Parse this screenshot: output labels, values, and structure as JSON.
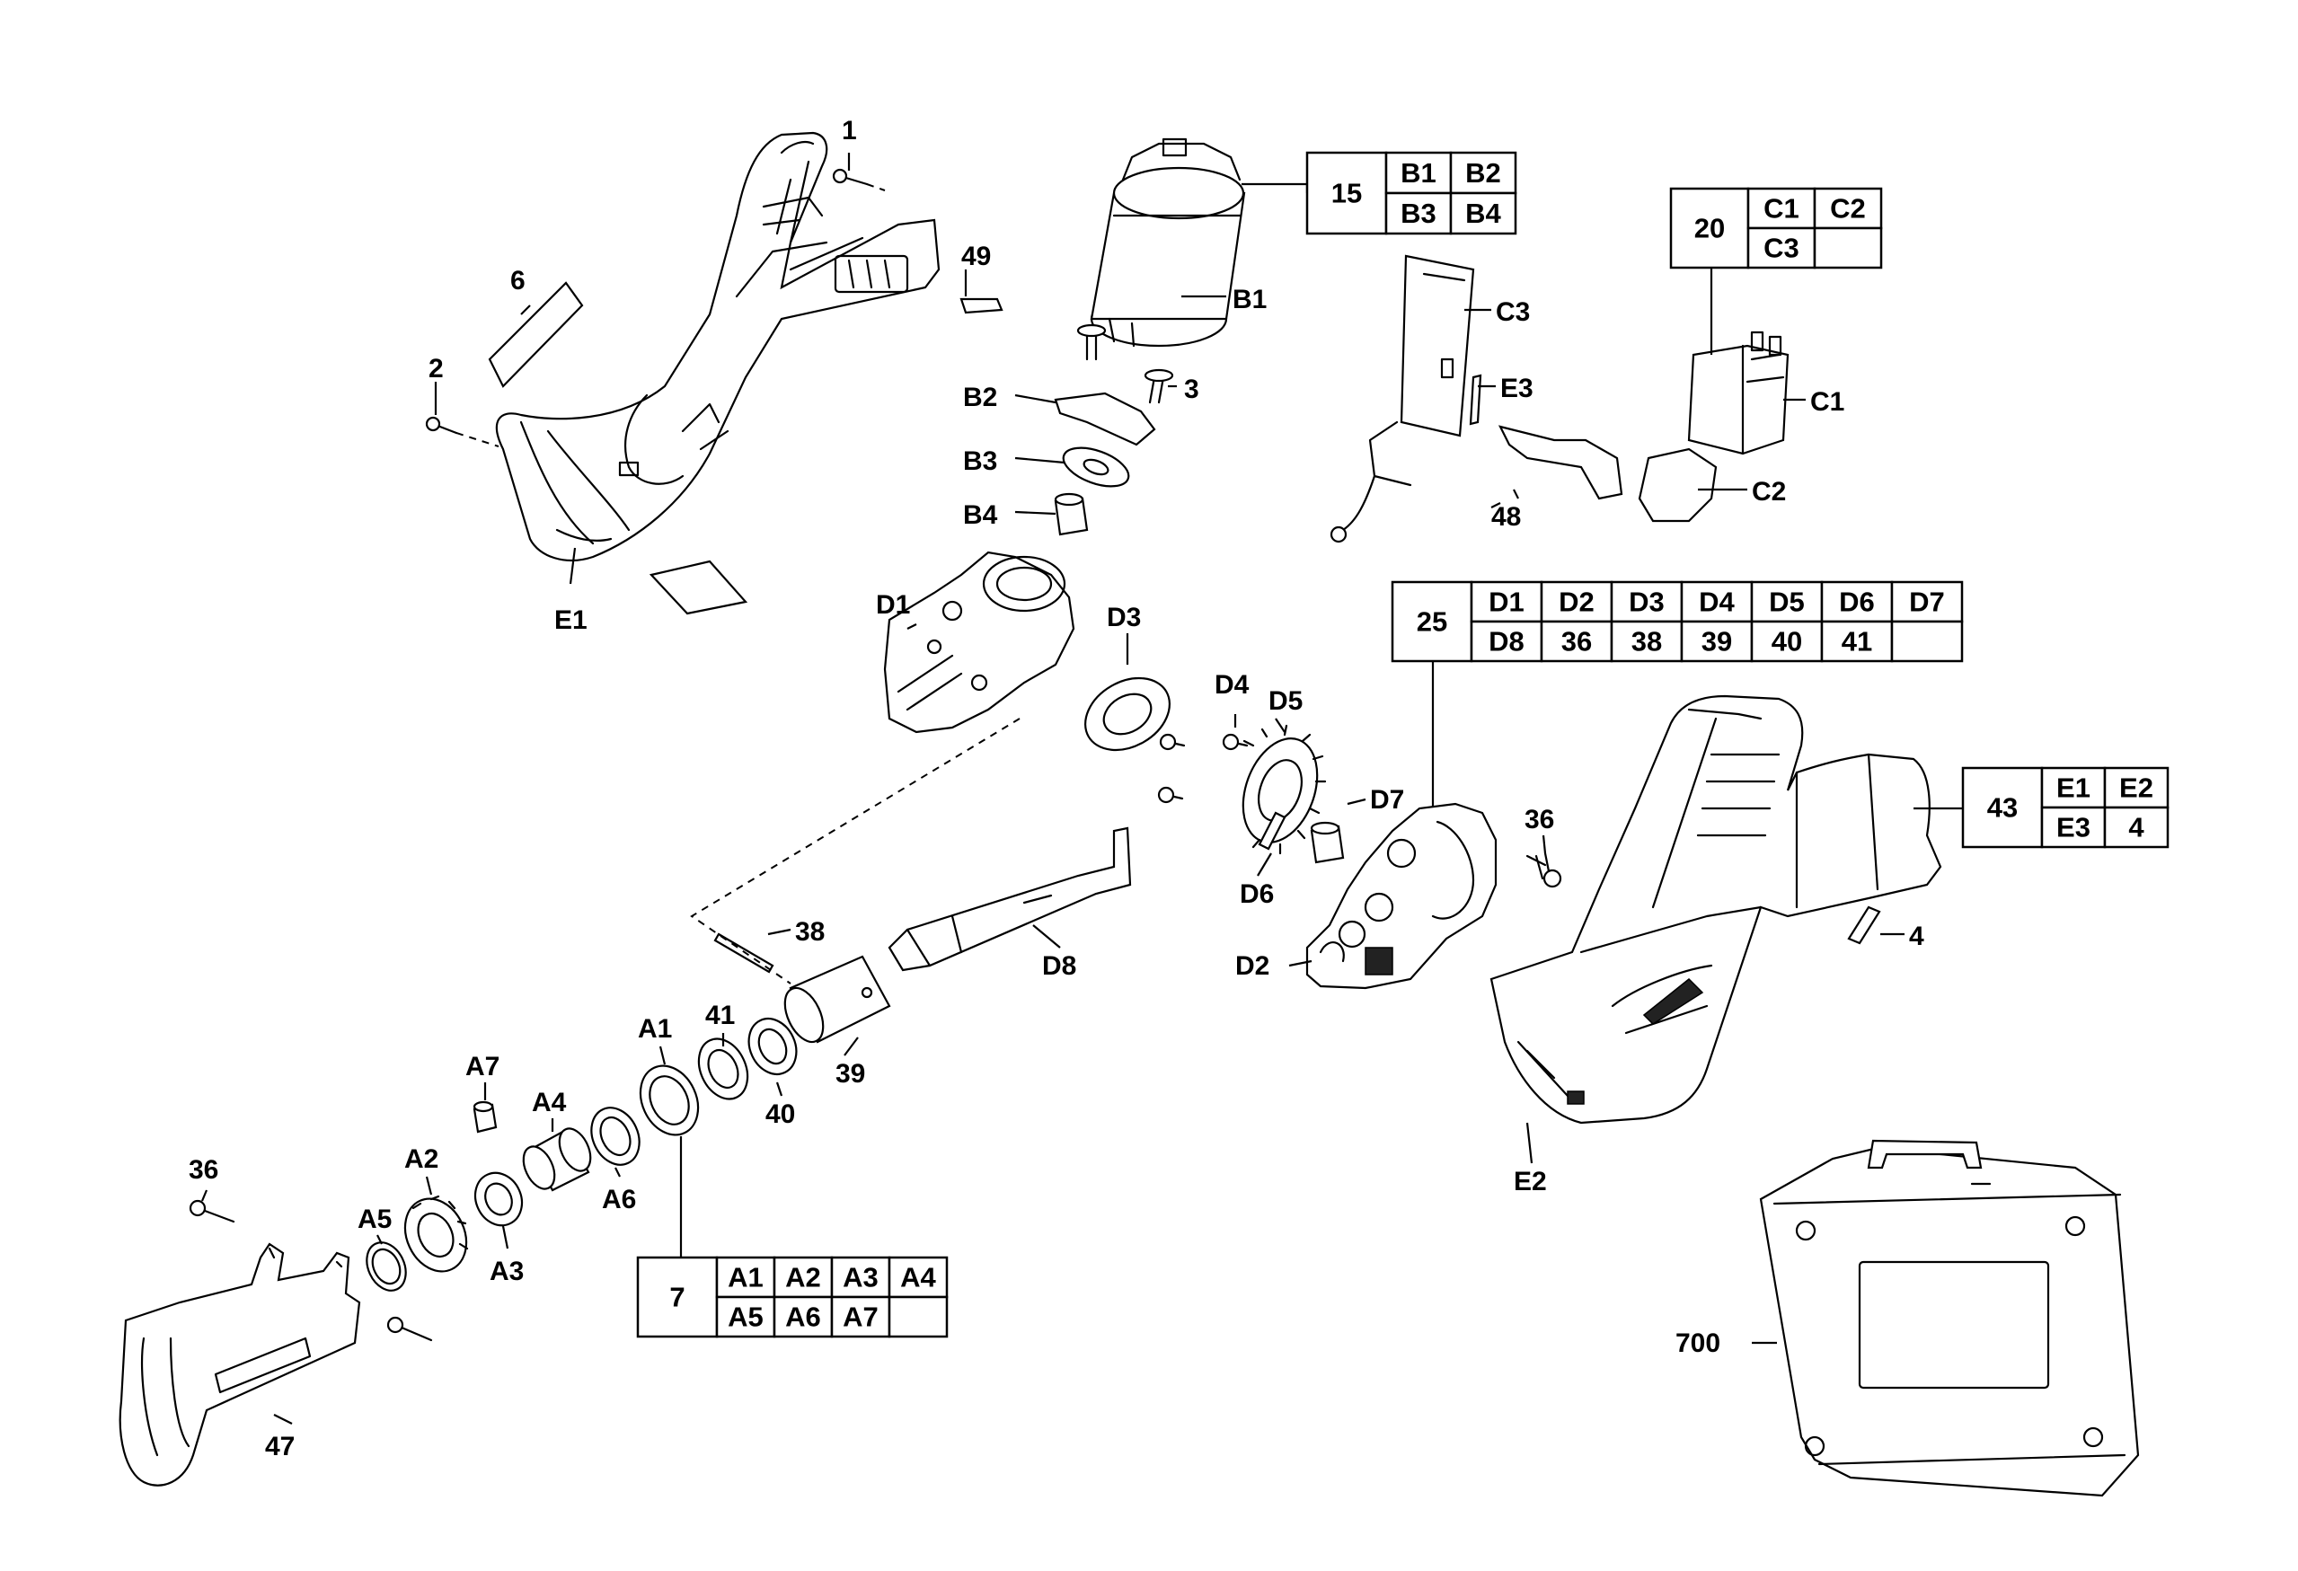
{
  "callouts": {
    "c1": "1",
    "c2": "2",
    "c3": "3",
    "c4": "4",
    "c6": "6",
    "c36a": "36",
    "c36b": "36",
    "c38": "38",
    "c39": "39",
    "c40": "40",
    "c41": "41",
    "c47": "47",
    "c48": "48",
    "c49": "49",
    "c700": "700",
    "a1": "A1",
    "a2": "A2",
    "a3": "A3",
    "a4": "A4",
    "a5": "A5",
    "a6": "A6",
    "a7": "A7",
    "b1": "B1",
    "b2": "B2",
    "b3": "B3",
    "b4": "B4",
    "c1x": "C1",
    "c2x": "C2",
    "c3x": "C3",
    "d1": "D1",
    "d2": "D2",
    "d3": "D3",
    "d4": "D4",
    "d5": "D5",
    "d6": "D6",
    "d7": "D7",
    "d8": "D8",
    "e1": "E1",
    "e2": "E2",
    "e3": "E3"
  },
  "kits": {
    "k15": {
      "id": "15",
      "rows": [
        [
          "B1",
          "B2"
        ],
        [
          "B3",
          "B4"
        ]
      ]
    },
    "k20": {
      "id": "20",
      "rows": [
        [
          "C1",
          "C2"
        ],
        [
          "C3",
          ""
        ]
      ]
    },
    "k25": {
      "id": "25",
      "rows": [
        [
          "D1",
          "D2",
          "D3",
          "D4",
          "D5",
          "D6",
          "D7"
        ],
        [
          "D8",
          "36",
          "38",
          "39",
          "40",
          "41",
          ""
        ]
      ]
    },
    "k43": {
      "id": "43",
      "rows": [
        [
          "E1",
          "E2"
        ],
        [
          "E3",
          "4"
        ]
      ]
    },
    "k7": {
      "id": "7",
      "rows": [
        [
          "A1",
          "A2",
          "A3",
          "A4"
        ],
        [
          "A5",
          "A6",
          "A7",
          ""
        ]
      ]
    }
  }
}
